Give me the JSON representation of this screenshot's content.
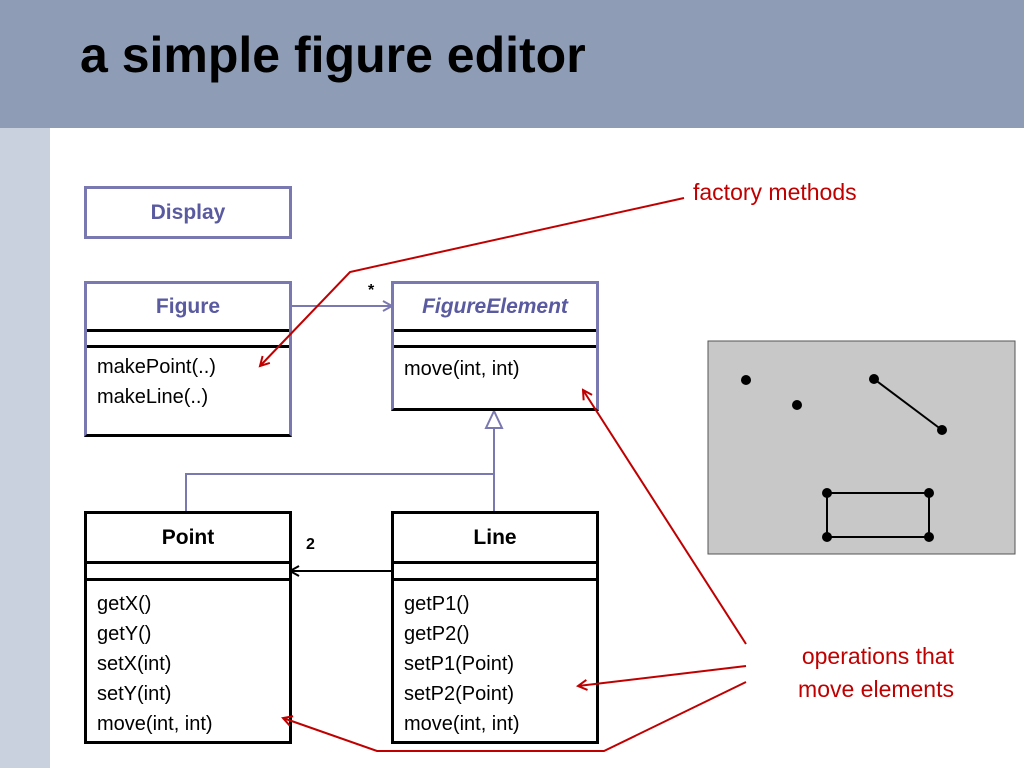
{
  "slide": {
    "title": "a simple figure editor"
  },
  "classes": {
    "display": {
      "name": "Display"
    },
    "figure": {
      "name": "Figure",
      "operations": [
        "makePoint(..)",
        "makeLine(..)"
      ]
    },
    "figure_element": {
      "name": "FigureElement",
      "operations": [
        "move(int, int)"
      ]
    },
    "point": {
      "name": "Point",
      "operations": [
        "getX()",
        "getY()",
        "setX(int)",
        "setY(int)",
        "move(int, int)"
      ]
    },
    "line": {
      "name": "Line",
      "operations": [
        "getP1()",
        "getP2()",
        "setP1(Point)",
        "setP2(Point)",
        "move(int, int)"
      ]
    }
  },
  "associations": {
    "figure_to_element_multiplicity": "*",
    "line_to_point_multiplicity": "2"
  },
  "annotations": {
    "factory_methods": "factory methods",
    "operations_move_line1": "operations that",
    "operations_move_line2": "move elements"
  },
  "colors": {
    "header": "#8e9db5",
    "sidebar": "#c9d1df",
    "uml_purple": "#7a78b0",
    "annotation_red": "#c00000",
    "canvas_gray": "#c8c8c8"
  }
}
